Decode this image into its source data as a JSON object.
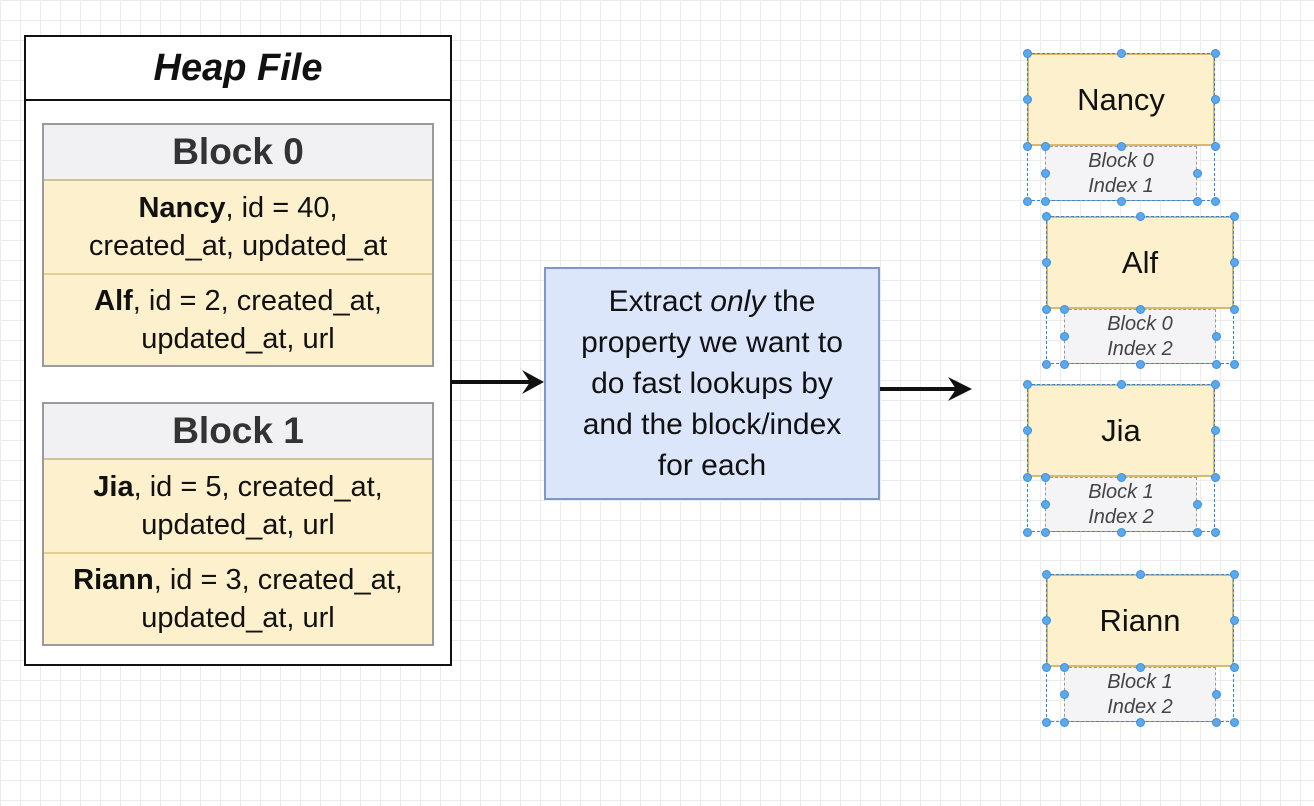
{
  "heap_file": {
    "title": "Heap File",
    "blocks": [
      {
        "title": "Block 0",
        "records": [
          {
            "name": "Nancy",
            "line1_rest": ", id = 40,",
            "line2": "created_at, updated_at"
          },
          {
            "name": "Alf",
            "line1_rest": ", id = 2, created_at,",
            "line2": "updated_at, url"
          }
        ]
      },
      {
        "title": "Block 1",
        "records": [
          {
            "name": "Jia",
            "line1_rest": ", id = 5, created_at,",
            "line2": "updated_at, url"
          },
          {
            "name": "Riann",
            "line1_rest": ", id = 3, created_at,",
            "line2": "updated_at, url"
          }
        ]
      }
    ]
  },
  "extract_box": {
    "line1_pre": "Extract ",
    "line1_em": "only",
    "line1_post": " the",
    "line2": "property we want to",
    "line3": "do fast lookups by",
    "line4": "and the block/index",
    "line5": "for each"
  },
  "index_entries": [
    {
      "name": "Nancy",
      "block": "Block 0",
      "index": "Index 1"
    },
    {
      "name": "Alf",
      "block": "Block 0",
      "index": "Index 2"
    },
    {
      "name": "Jia",
      "block": "Block 1",
      "index": "Index 2"
    },
    {
      "name": "Riann",
      "block": "Block 1",
      "index": "Index 2"
    }
  ],
  "colors": {
    "record_fill": "#fdf0cc",
    "block_header_fill": "#f1f1f3",
    "extract_fill": "#dbe6fb",
    "selection_handle": "#5aa9ee"
  }
}
